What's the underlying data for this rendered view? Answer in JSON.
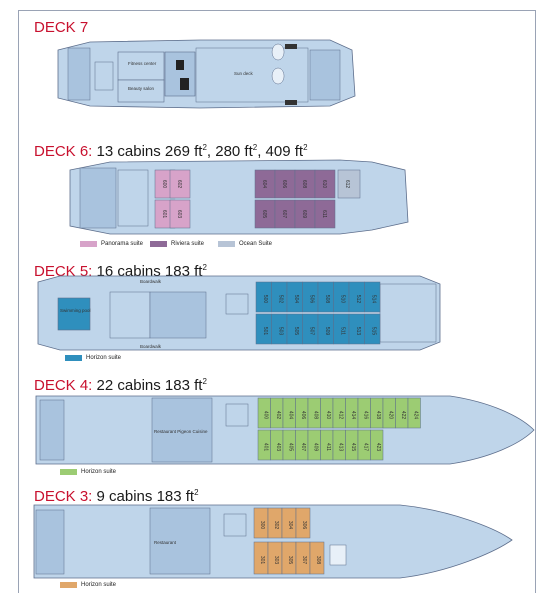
{
  "decks": [
    {
      "num": "DECK 7",
      "desc": "",
      "sup": "",
      "desc2": ""
    },
    {
      "num": "DECK 6:",
      "desc": " 13 cabins 269 ft",
      "sup": "2",
      "desc2": ", 280 ft",
      "sup2": "2",
      "desc3": ", 409 ft",
      "sup3": "2"
    },
    {
      "num": "DECK 5:",
      "desc": " 16 cabins 183 ft",
      "sup": "2"
    },
    {
      "num": "DECK 4:",
      "desc": " 22 cabins 183 ft",
      "sup": "2"
    },
    {
      "num": "DECK 3:",
      "desc": " 9 cabins 183 ft",
      "sup": "2"
    }
  ],
  "deck7_rooms": {
    "fitness": "Fitness center",
    "beauty": "Beauty salon",
    "sun": "Sun deck"
  },
  "deck6_legend": [
    {
      "label": "Panorama suite",
      "color": "#d7a3c9"
    },
    {
      "label": "Riviera suite",
      "color": "#8e6a97"
    },
    {
      "label": "Ocean Suite",
      "color": "#b7c4d6"
    }
  ],
  "deck6_cabins": [
    "600",
    "602",
    "601",
    "603",
    "604",
    "606",
    "608",
    "610",
    "605",
    "607",
    "609",
    "611",
    "612"
  ],
  "deck5_legend": {
    "label": "Horizon suite",
    "color": "#2f8fbd"
  },
  "deck5_cabins": [
    "500",
    "502",
    "504",
    "506",
    "508",
    "510",
    "512",
    "514",
    "501",
    "503",
    "505",
    "507",
    "509",
    "511",
    "513",
    "515"
  ],
  "deck5_rooms": {
    "boardwalk": "Boardwalk",
    "pool": "Swimming pool"
  },
  "deck4_legend": {
    "label": "Horizon suite",
    "color": "#9ccc73"
  },
  "deck4_cabins": [
    "400",
    "402",
    "404",
    "406",
    "408",
    "410",
    "412",
    "414",
    "416",
    "418",
    "420",
    "422",
    "424",
    "401",
    "403",
    "405",
    "407",
    "409",
    "411",
    "413",
    "415",
    "417",
    "423"
  ],
  "deck4_rooms": {
    "restaurant": "Restaurant Pigeon Cuisine"
  },
  "deck3_legend": {
    "label": "Horizon suite",
    "color": "#e0a76a"
  },
  "deck3_cabins": [
    "300",
    "302",
    "304",
    "306",
    "301",
    "303",
    "305",
    "307",
    "308"
  ],
  "deck3_rooms": {
    "restaurant": "Restaurant"
  },
  "colors": {
    "hull": "#bfd5ea",
    "outline": "#5d6e8c",
    "wall": "#8fa6c4"
  }
}
